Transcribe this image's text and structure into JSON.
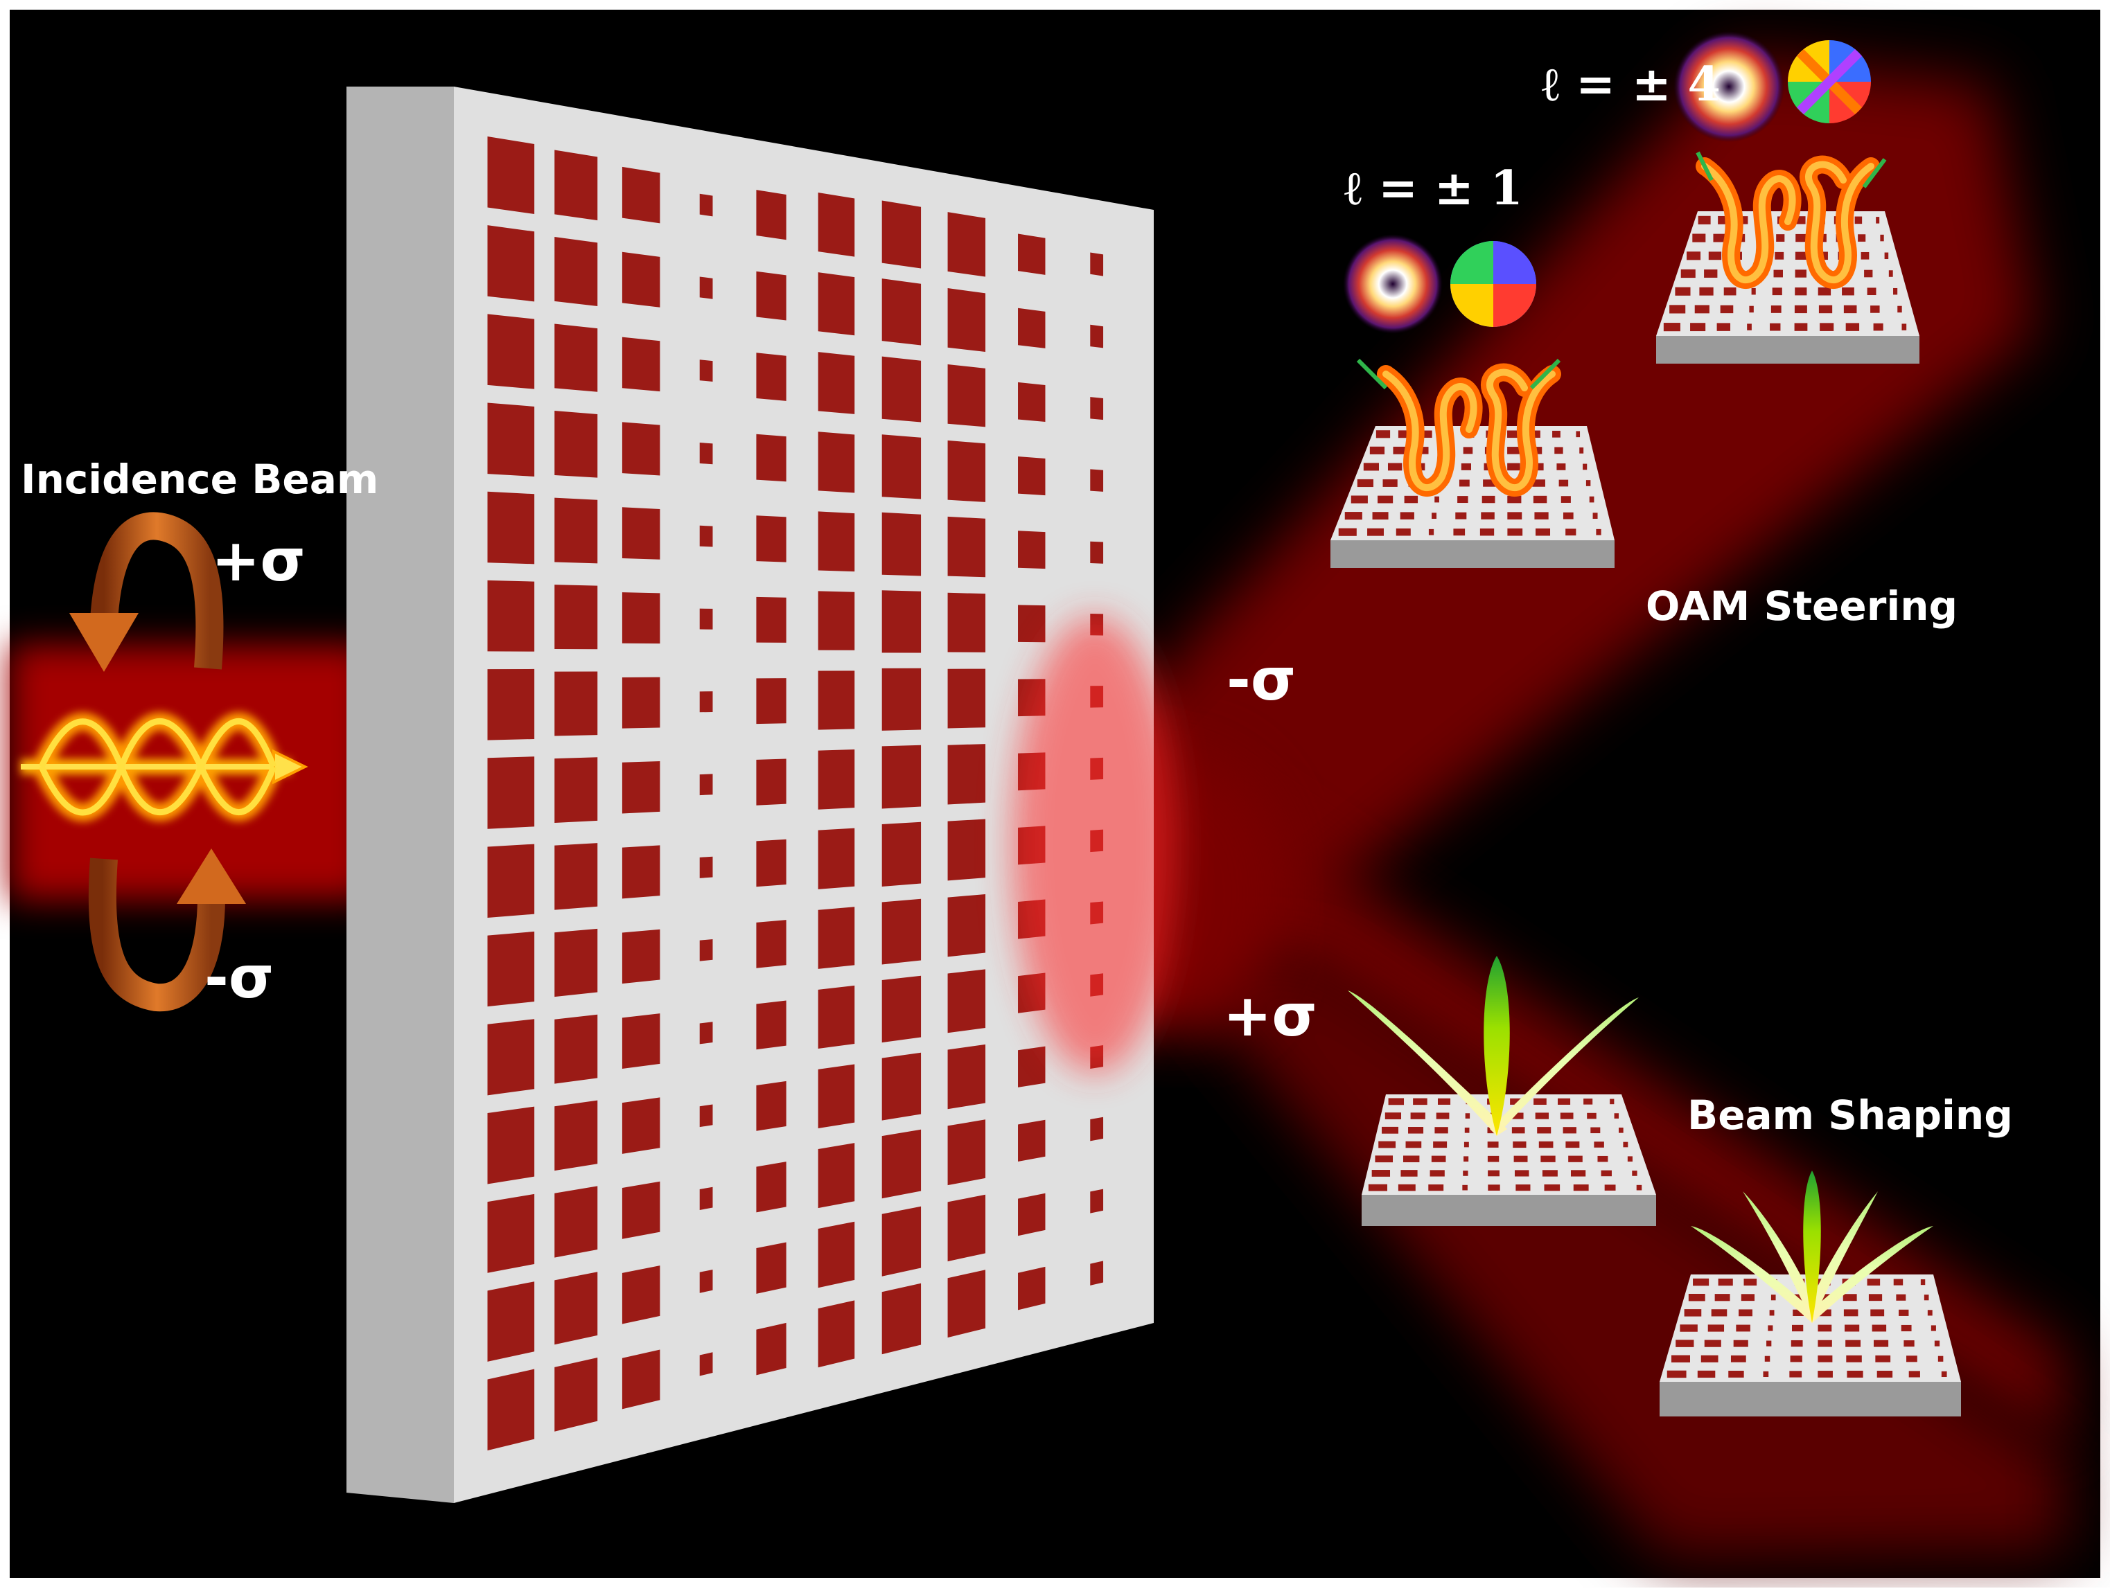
{
  "labels": {
    "incidence_beam": "Incidence Beam",
    "plus_sigma_in": "+σ",
    "minus_sigma_in": "-σ",
    "minus_sigma_out": "-σ",
    "plus_sigma_out": "+σ",
    "l_pm1": "ℓ = ± 1",
    "l_pm4": "ℓ = ± 4",
    "oam_steering": "OAM Steering",
    "beam_shaping": "Beam Shaping"
  },
  "metasurface": {
    "rows": 15,
    "columns": 10
  },
  "colors": {
    "background": "#000000",
    "beam": "#c00000",
    "unit_cell": "#9b1b16",
    "substrate": "#e2e2e2",
    "arrow": "#d2691e"
  }
}
